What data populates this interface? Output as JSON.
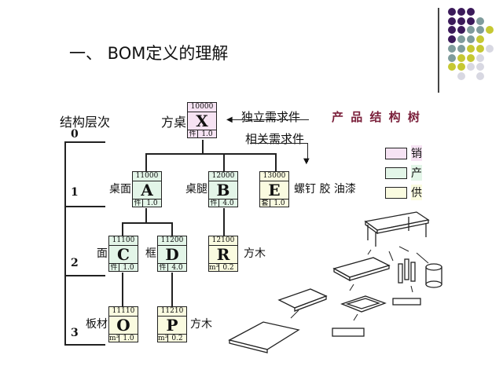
{
  "title": "一、  BOM定义的理解",
  "level_heading": "结构层次",
  "levels": [
    "0",
    "1",
    "2",
    "3"
  ],
  "annotations": {
    "independent": "独立需求件",
    "dependent": "相关需求件",
    "tree_title": "产 品 结 构 树"
  },
  "legend": [
    {
      "label": "销",
      "color": "#f6e3f3"
    },
    {
      "label": "产",
      "color": "#e3f5e8"
    },
    {
      "label": "供",
      "color": "#fafbe0"
    }
  ],
  "nodes": {
    "X": {
      "code": "10000",
      "letter": "X",
      "unit": "件",
      "qty": "1.0",
      "name": "方桌"
    },
    "A": {
      "code": "11000",
      "letter": "A",
      "unit": "件",
      "qty": "1.0",
      "name": "桌面"
    },
    "B": {
      "code": "12000",
      "letter": "B",
      "unit": "件",
      "qty": "4.0",
      "name": "桌腿"
    },
    "E": {
      "code": "13000",
      "letter": "E",
      "unit": "套",
      "qty": "1.0",
      "name": "螺钉 胶 油漆"
    },
    "C": {
      "code": "11100",
      "letter": "C",
      "unit": "件",
      "qty": "1.0",
      "name": "面"
    },
    "D": {
      "code": "11200",
      "letter": "D",
      "unit": "件",
      "qty": "4.0",
      "name": "框"
    },
    "R": {
      "code": "12100",
      "letter": "R",
      "unit": "m³",
      "qty": "0.2",
      "name": "方木"
    },
    "O": {
      "code": "11110",
      "letter": "O",
      "unit": "m³",
      "qty": "1.0",
      "name": "板材"
    },
    "P": {
      "code": "11210",
      "letter": "P",
      "unit": "m³",
      "qty": "0.2",
      "name": "方木"
    }
  },
  "colors": {
    "purple": "#3b1a5a",
    "teal": "#7f9c9c",
    "lime": "#c6c832",
    "grey": "#d8d8e2",
    "tree_title": "#7a1f3a"
  }
}
